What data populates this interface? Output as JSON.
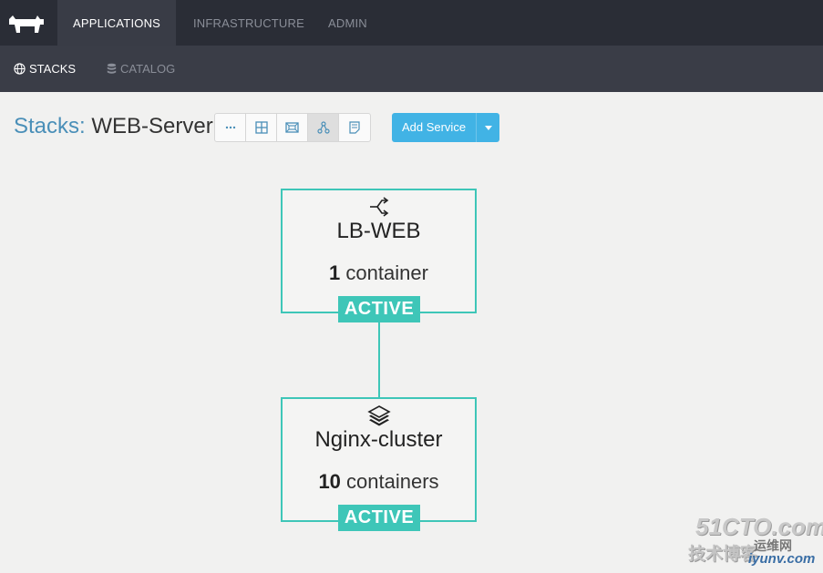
{
  "topnav": {
    "items": [
      {
        "label": "APPLICATIONS",
        "active": true
      },
      {
        "label": "INFRASTRUCTURE",
        "active": false
      },
      {
        "label": "ADMIN",
        "active": false
      }
    ]
  },
  "subnav": {
    "items": [
      {
        "label": "STACKS",
        "icon": "globe-icon",
        "active": true
      },
      {
        "label": "CATALOG",
        "icon": "database-icon",
        "active": false
      }
    ]
  },
  "header": {
    "title_prefix": "Stacks:",
    "title_name": "WEB-Server",
    "view_modes": [
      "list-view-icon",
      "grid-view-icon",
      "image-view-icon",
      "graph-view-icon",
      "compose-view-icon"
    ],
    "active_view": "graph-view-icon",
    "add_service_label": "Add Service"
  },
  "services": [
    {
      "name": "LB-WEB",
      "icon": "load-balancer-icon",
      "count": "1",
      "unit": "container",
      "state": "ACTIVE"
    },
    {
      "name": "Nginx-cluster",
      "icon": "layers-icon",
      "count": "10",
      "unit": "containers",
      "state": "ACTIVE"
    }
  ],
  "watermark": {
    "line1": "51CTO.com",
    "line2": "技术博客",
    "line3": "运维网",
    "line4": "iyunv.com"
  },
  "colors": {
    "topbar": "#2a2d36",
    "subbar": "#3a3d47",
    "accent_teal": "#3ec6b8",
    "primary_button": "#41b3e5",
    "title_prefix": "#4a8fb8"
  }
}
